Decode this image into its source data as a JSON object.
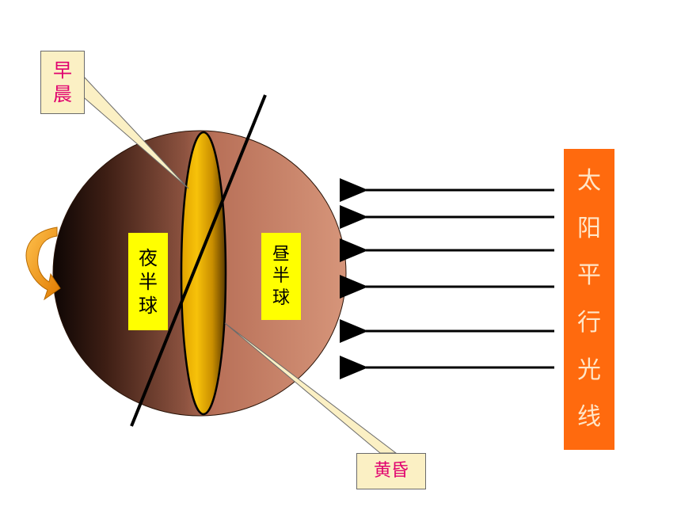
{
  "labels": {
    "morning": [
      "早",
      "晨"
    ],
    "dusk": "黄昏",
    "night": [
      "夜",
      "半",
      "球"
    ],
    "day": [
      "昼",
      "半",
      "球"
    ],
    "sunlight": [
      "太",
      "阳",
      "平",
      "行",
      "光",
      "线"
    ]
  },
  "colors": {
    "label_text": "#e0006e",
    "label_box_fill": "#fbf0c4",
    "hemisphere_label_fill": "#ffff00",
    "sunlight_box_fill": "#ff6a0e",
    "terminator_fill": "#f5b800",
    "day_side": "#d08c6e",
    "night_side": "#0e0604",
    "rotation_arrow": "#f29a1c"
  }
}
